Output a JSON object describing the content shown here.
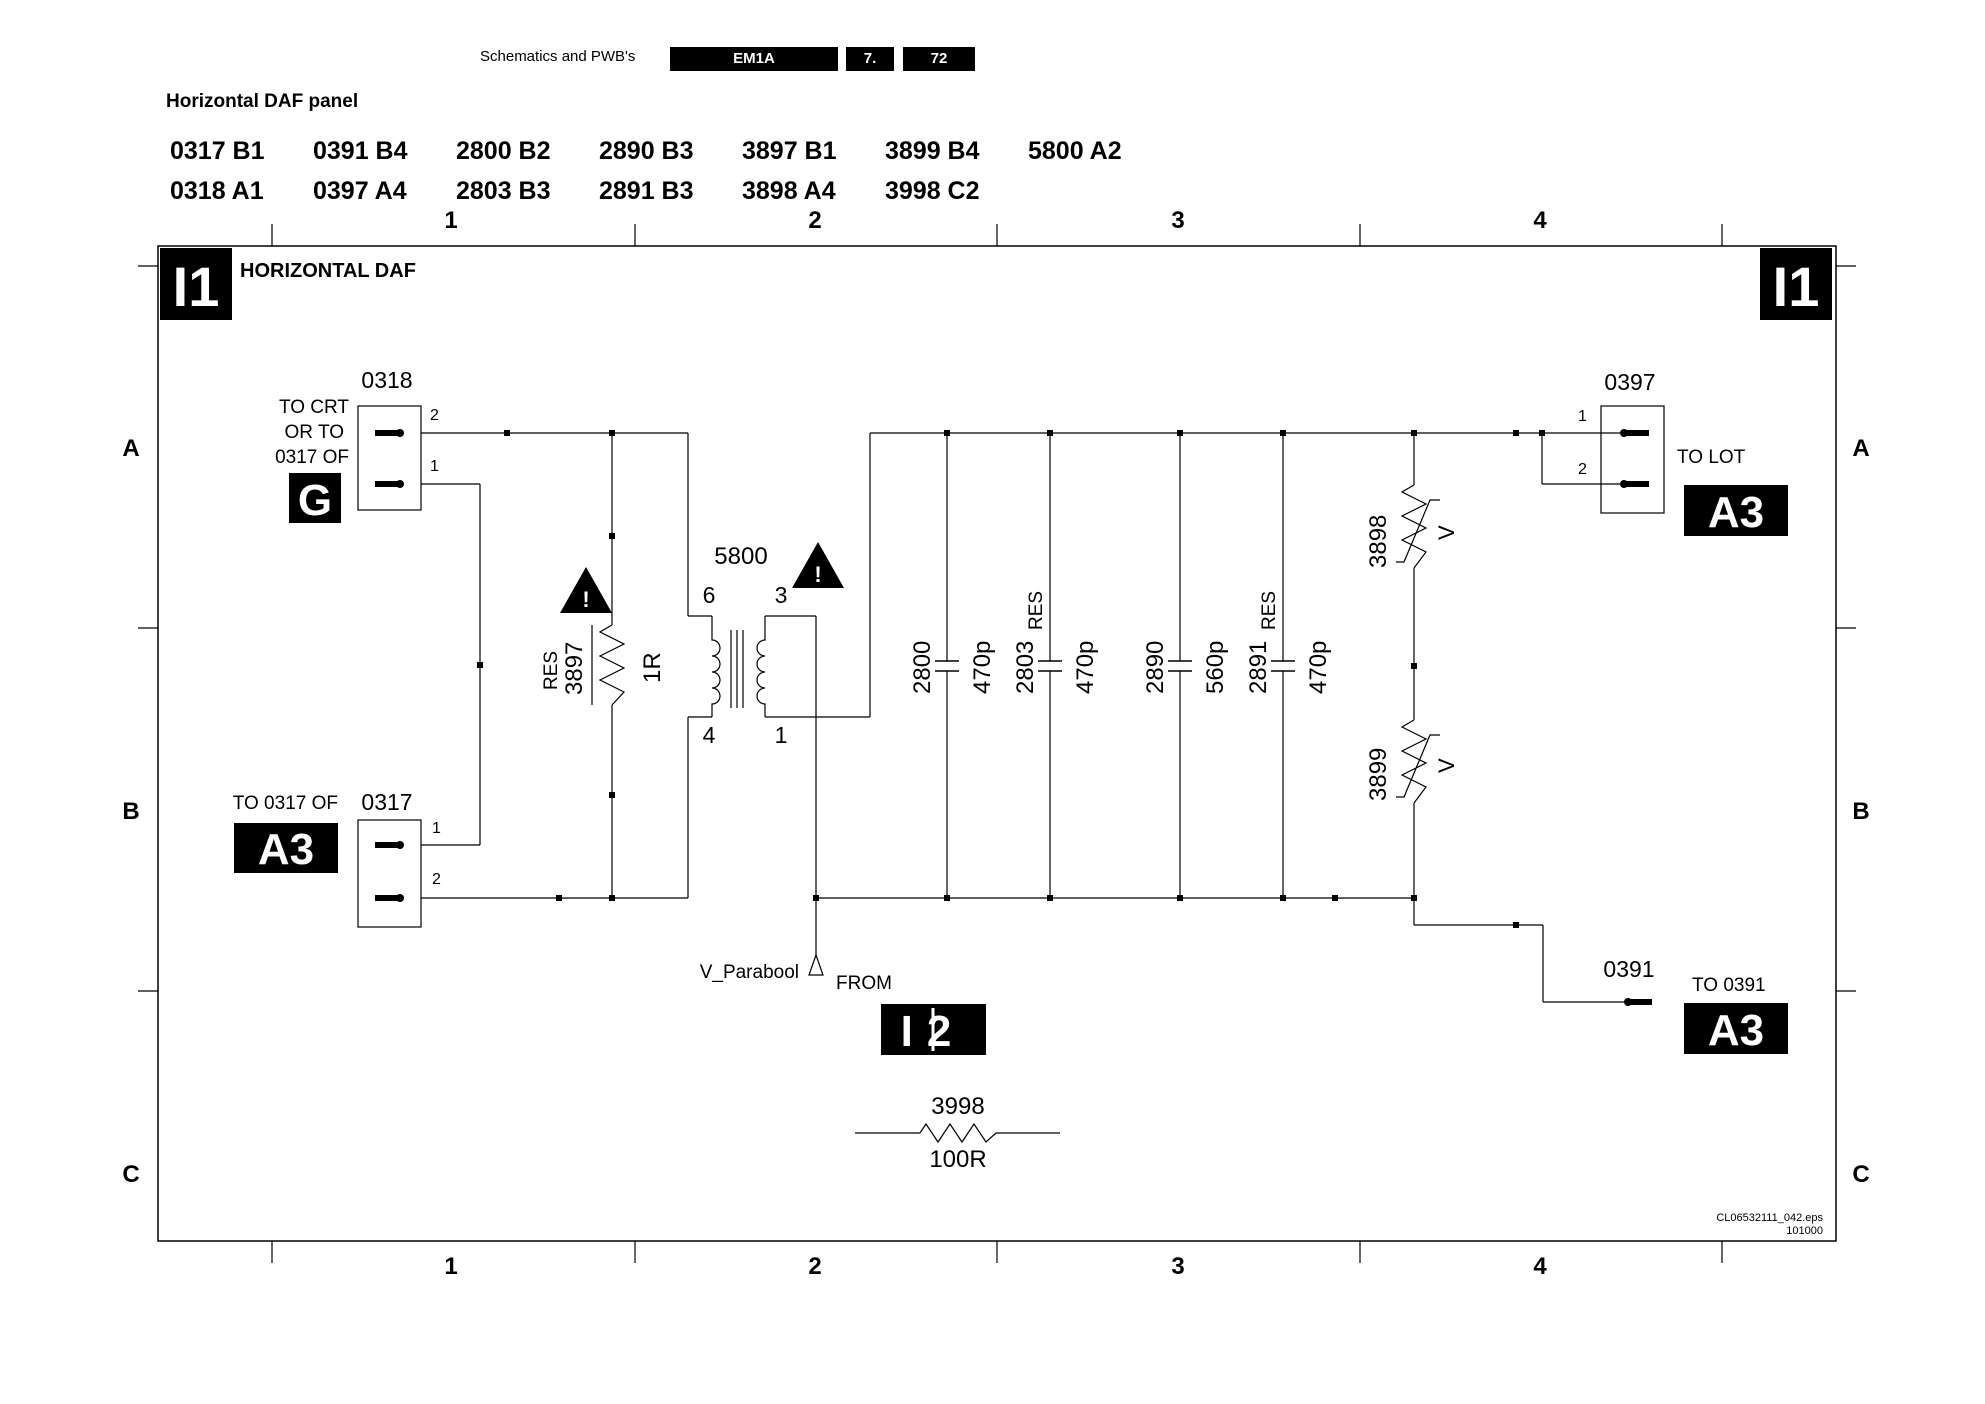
{
  "header": {
    "section": "Schematics and PWB's",
    "model": "EM1A",
    "chapter": "7.",
    "page": "72"
  },
  "panel_title": "Horizontal DAF panel",
  "index_rows": [
    [
      "0317 B1",
      "0391 B4",
      "2800 B2",
      "2890 B3",
      "3897 B1",
      "3899 B4",
      "5800 A2"
    ],
    [
      "0318 A1",
      "0397 A4",
      "2803 B3",
      "2891 B3",
      "3898 A4",
      "3998 C2"
    ]
  ],
  "grid": {
    "columns": [
      "1",
      "2",
      "3",
      "4"
    ],
    "rows": [
      "A",
      "B",
      "C"
    ]
  },
  "diagram": {
    "sheet_id": "I1",
    "title": "HORIZONTAL DAF",
    "connectors": {
      "c0318": {
        "ref": "0318",
        "desc": [
          "TO CRT",
          "OR TO",
          "0317 OF"
        ],
        "pins": [
          "2",
          "1"
        ],
        "tag": "G"
      },
      "c0317": {
        "ref": "0317",
        "desc": "TO 0317 OF",
        "pins": [
          "1",
          "2"
        ],
        "tag": "A3"
      },
      "c0397": {
        "ref": "0397",
        "desc": "TO LOT",
        "pins": [
          "1",
          "2"
        ],
        "tag": "A3"
      },
      "c0391": {
        "ref": "0391",
        "desc": "TO 0391",
        "tag": "A3"
      }
    },
    "resistor_3897": {
      "ref": "3897",
      "note": "RES",
      "value": "1R"
    },
    "transformer_5800": {
      "ref": "5800",
      "pins": [
        "6",
        "3",
        "4",
        "1"
      ]
    },
    "capacitors": [
      {
        "ref": "2800",
        "note": "",
        "value": "470p"
      },
      {
        "ref": "2803",
        "note": "RES",
        "value": "470p"
      },
      {
        "ref": "2890",
        "note": "",
        "value": "560p"
      },
      {
        "ref": "2891",
        "note": "RES",
        "value": "470p"
      }
    ],
    "vdr_3898": {
      "ref": "3898",
      "mark": "V"
    },
    "vdr_3899": {
      "ref": "3899",
      "mark": "V"
    },
    "input": {
      "label": "V_Parabool",
      "from": "FROM",
      "tag": "I2"
    },
    "resistor_3998": {
      "ref": "3998",
      "value": "100R"
    },
    "file_ref": "CL06532111_042.eps",
    "date_code": "101000"
  }
}
